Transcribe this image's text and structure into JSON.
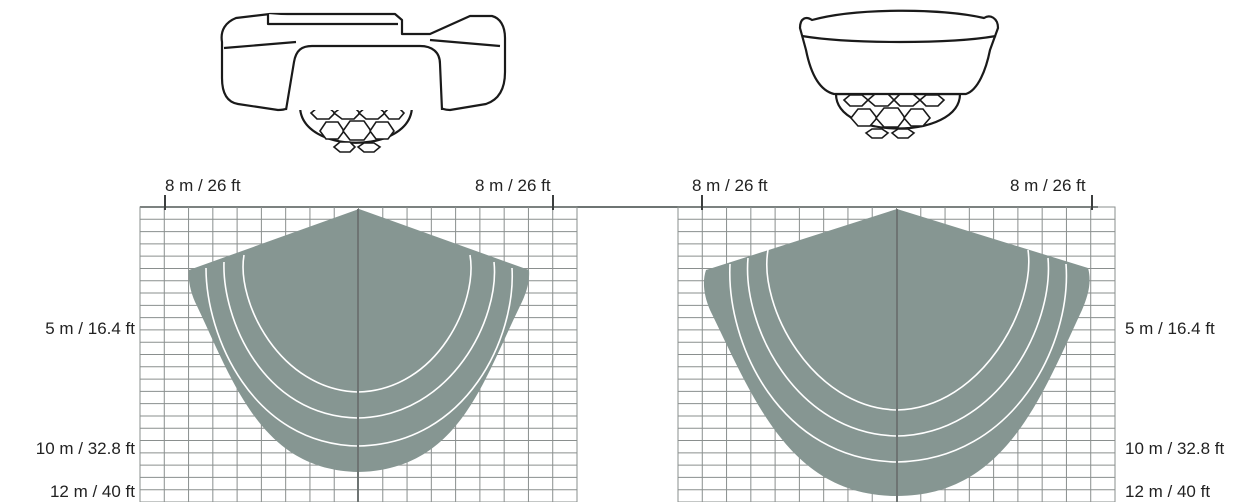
{
  "labels": {
    "top_left_1": "8 m / 26 ft",
    "top_right_1": "8 m / 26 ft",
    "top_left_2": "8 m / 26 ft",
    "top_right_2": "8 m / 26 ft",
    "left_5m": "5 m / 16.4 ft",
    "left_10m": "10 m / 32.8 ft",
    "left_12m": "12 m / 40 ft",
    "right_5m": "5 m / 16.4 ft",
    "right_10m": "10 m / 32.8 ft",
    "right_12m": "12 m / 40 ft"
  },
  "colors": {
    "zone": "#869692",
    "grid": "#8a8f8e",
    "text": "#222222",
    "outline": "#1a1a1a"
  },
  "sensors": [
    {
      "name": "sensor-with-mounting-bracket-icon"
    },
    {
      "name": "sensor-compact-icon"
    }
  ]
}
